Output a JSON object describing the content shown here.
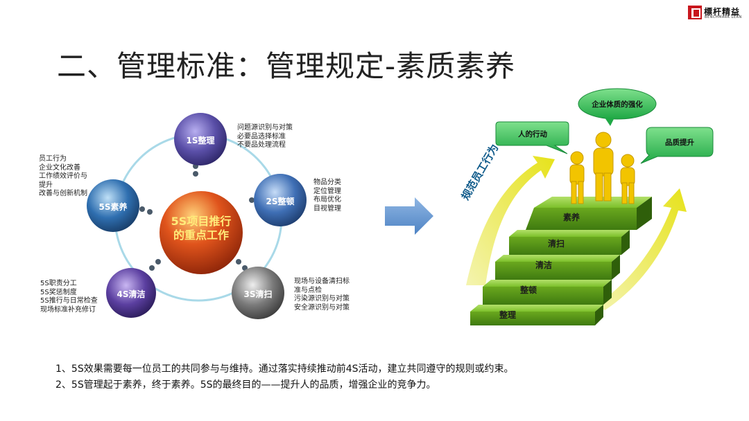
{
  "logo": {
    "cn": "標杆精益",
    "en": "BENCHMARK LEAN"
  },
  "title": "二、管理标准：管理规定-素质素养",
  "cycle": {
    "center": "5S项目推行\n的重点工作",
    "nodes": [
      {
        "label": "1S整理",
        "notes": "问题源识别与对策\n必要品选择标准\n不要品处理流程"
      },
      {
        "label": "2S整顿",
        "notes": "物品分类\n定位管理\n布局优化\n目视管理"
      },
      {
        "label": "3S清扫",
        "notes": "现场与设备清扫标\n准与点检\n污染源识别与对策\n安全源识别与对策"
      },
      {
        "label": "4S清洁",
        "notes": "5S职责分工\n5S奖惩制度\n5S推行与日常检查\n现场标准补充修订"
      },
      {
        "label": "5S素养",
        "notes": "员工行为\n企业文化改善\n工作绩效评价与\n提升\n改善与创新机制"
      }
    ]
  },
  "stairs": {
    "steps": [
      "整理",
      "整顿",
      "清洁",
      "清扫",
      "素养"
    ],
    "arrow_text": "规范员工行为",
    "bubbles": [
      "人的行动",
      "企业体质的强化",
      "品质提升"
    ]
  },
  "footer": [
    "1、5S效果需要每一位员工的共同参与与维持。通过落实持续推动前4S活动，建立共同遵守的规则或约束。",
    "2、5S管理起于素养，终于素养。5S的最终目的——提升人的品质，增强企业的竞争力。"
  ],
  "colors": {
    "ball_1": "#5a4fa8",
    "ball_2": "#3f6fb5",
    "ball_3": "#6e6e6e",
    "ball_4": "#5b3fa0",
    "ball_5": "#2f6fb0",
    "center": "#e0541c",
    "stair": "#6aa81e",
    "arrow": "#e8e81a",
    "figure": "#f2c400",
    "bubble": "#2fbf5a"
  }
}
